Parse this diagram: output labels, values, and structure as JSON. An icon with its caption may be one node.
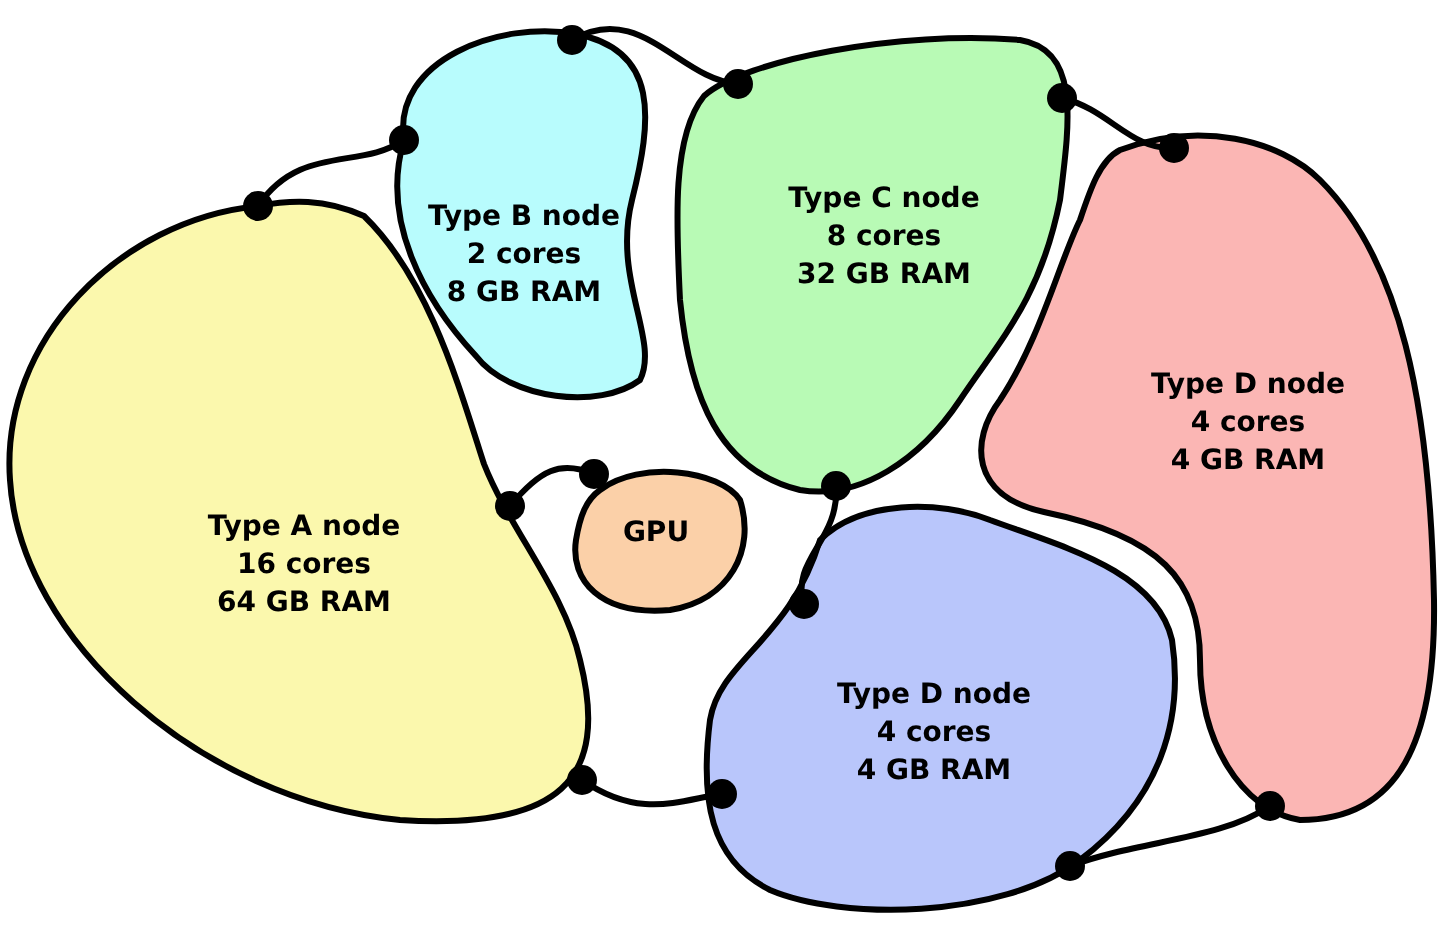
{
  "diagram": {
    "nodes": [
      {
        "text": [
          "Type A node",
          "16 cores",
          "64 GB RAM"
        ]
      },
      {
        "text": [
          "Type B node",
          "2 cores",
          "8 GB RAM"
        ]
      },
      {
        "text": [
          "Type C node",
          "8 cores",
          "32 GB RAM"
        ]
      },
      {
        "text": [
          "Type D node",
          "4 cores",
          "4 GB RAM"
        ]
      },
      {
        "text": [
          "GPU"
        ]
      },
      {
        "text": [
          "Type D node",
          "4 cores",
          "4 GB RAM"
        ]
      }
    ],
    "edges": [
      {
        "from": 0,
        "to": 1,
        "arrow": "other"
      },
      {
        "from": 1,
        "to": 2,
        "arrow": "other"
      },
      {
        "from": 2,
        "to": 3,
        "arrow": "other"
      },
      {
        "from": 2,
        "to": 5,
        "arrow": "other"
      },
      {
        "from": 0,
        "to": 4,
        "arrow": "other"
      },
      {
        "from": 0,
        "to": 5,
        "arrow": "other"
      },
      {
        "from": 3,
        "to": 5,
        "arrow": "other"
      }
    ]
  }
}
